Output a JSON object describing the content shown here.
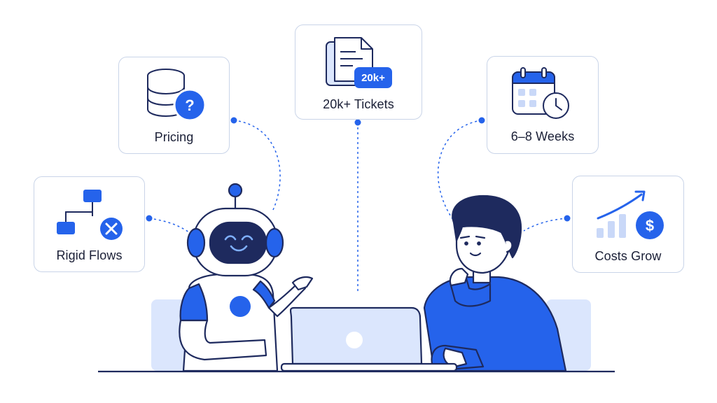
{
  "cards": {
    "tickets": {
      "label": "20k+ Tickets",
      "badge": "20k+"
    },
    "pricing": {
      "label": "Pricing"
    },
    "weeks": {
      "label": "6–8 Weeks"
    },
    "flows": {
      "label": "Rigid Flows"
    },
    "costs": {
      "label": "Costs Grow"
    }
  },
  "colors": {
    "accent": "#2563eb",
    "navy": "#1e2a5e",
    "light_blue": "#dbe6fd",
    "card_border": "#c9d4e8",
    "robot_face": "#1e2a5e",
    "robot_glow": "#3b82f6"
  },
  "icons": {
    "tickets": "document-stack-icon",
    "pricing": "database-question-icon",
    "weeks": "calendar-clock-icon",
    "flows": "flowchart-x-icon",
    "costs": "growth-chart-dollar-icon"
  }
}
